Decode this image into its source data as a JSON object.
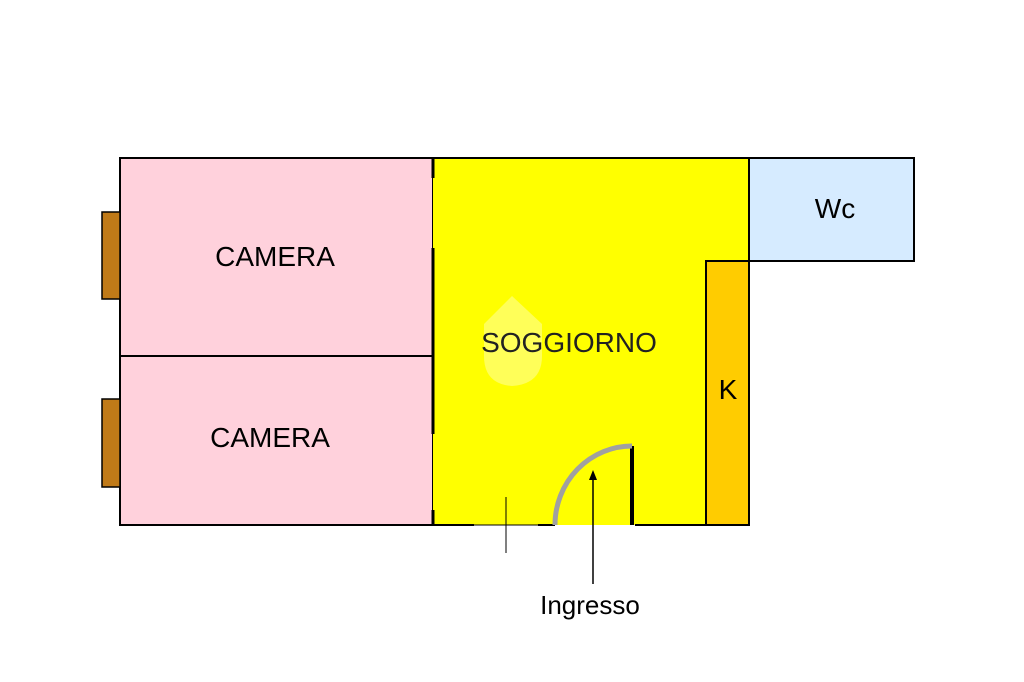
{
  "colors": {
    "camera": "#FFD1DC",
    "soggiorno": "#FFFF00",
    "kitchen": "#FFCC00",
    "wc": "#D6EBFF",
    "window": "#C07A18",
    "wall": "#000000",
    "door": "#A0A0A0"
  },
  "rooms": {
    "camera_top": "CAMERA",
    "camera_bottom": "CAMERA",
    "soggiorno": "SOGGIORNO",
    "kitchen": "K",
    "wc": "Wc"
  },
  "entrance": {
    "label": "Ingresso"
  },
  "icons": {
    "watermark": "house-marker-icon",
    "door": "door-swing-icon",
    "arrow": "arrow-up-icon"
  }
}
